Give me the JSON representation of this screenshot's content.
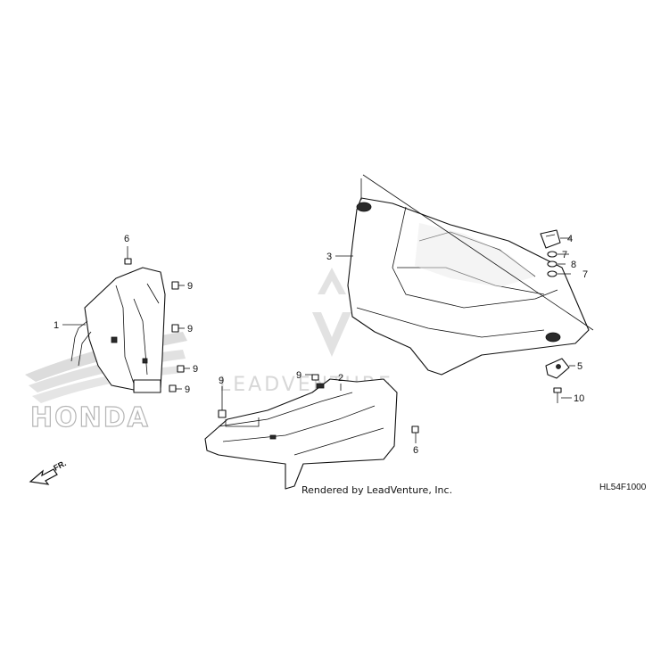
{
  "diagram": {
    "callouts": [
      {
        "id": "c6a",
        "label": "6"
      },
      {
        "id": "c9a",
        "label": "9"
      },
      {
        "id": "c1",
        "label": "1"
      },
      {
        "id": "c9b",
        "label": "9"
      },
      {
        "id": "c9c",
        "label": "9"
      },
      {
        "id": "c9d",
        "label": "9"
      },
      {
        "id": "c9e",
        "label": "9"
      },
      {
        "id": "c9f",
        "label": "9"
      },
      {
        "id": "c2",
        "label": "2"
      },
      {
        "id": "c6b",
        "label": "6"
      },
      {
        "id": "c3",
        "label": "3"
      },
      {
        "id": "c4",
        "label": "4"
      },
      {
        "id": "c7a",
        "label": "7"
      },
      {
        "id": "c8",
        "label": "8"
      },
      {
        "id": "c7b",
        "label": "7"
      },
      {
        "id": "c5",
        "label": "5"
      },
      {
        "id": "c10",
        "label": "10"
      }
    ],
    "brand_logo": "HONDA",
    "watermark": "LEADVENTURE",
    "front_arrow": "FR.",
    "credit": "Rendered by LeadVenture, Inc.",
    "diagram_code": "HL54F1000"
  }
}
